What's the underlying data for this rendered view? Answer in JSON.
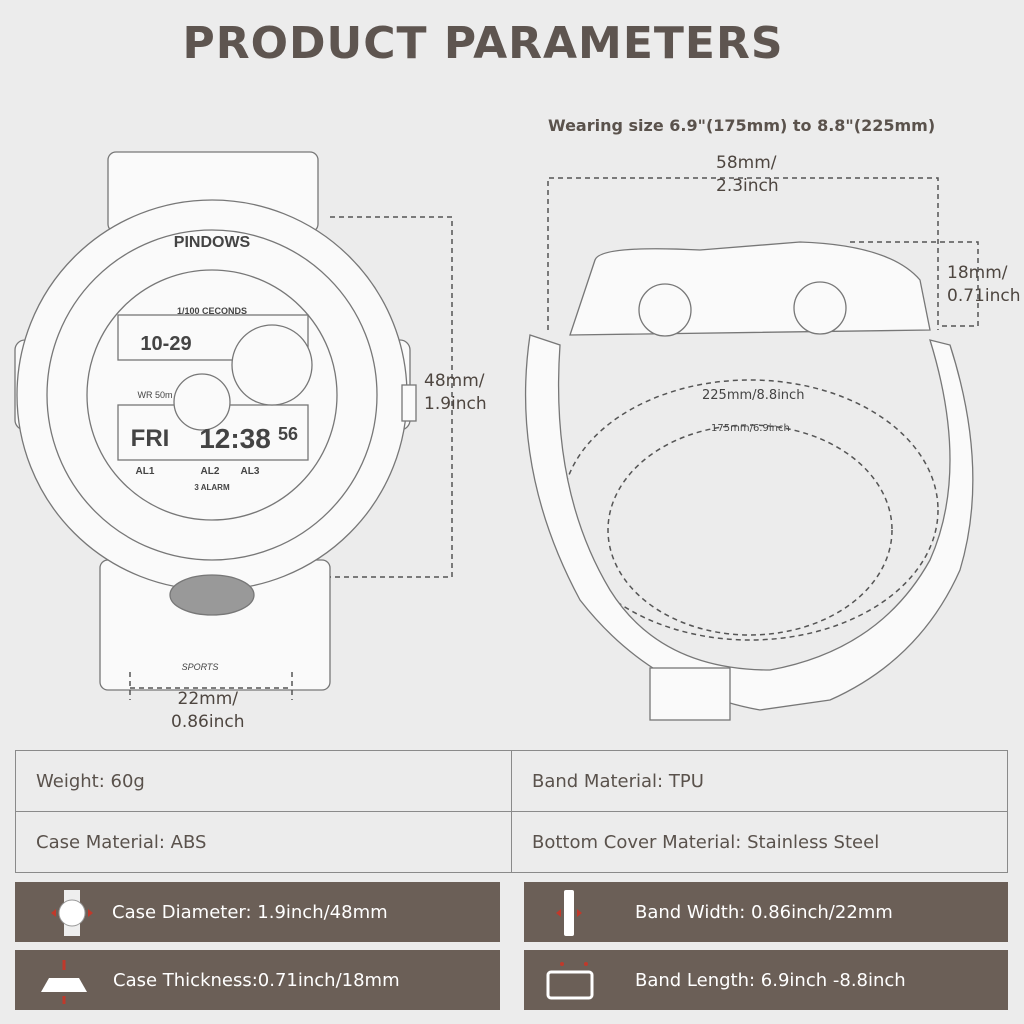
{
  "title": "PRODUCT PARAMETERS",
  "wearing_size": "Wearing size 6.9\"(175mm) to 8.8\"(225mm)",
  "dimensions": {
    "diameter": [
      "48mm/",
      "1.9inch"
    ],
    "band_width": [
      "22mm/",
      "0.86inch"
    ],
    "length": [
      "58mm/",
      "2.3inch"
    ],
    "thickness": [
      "18mm/",
      "0.71inch"
    ],
    "max_circ": "225mm/8.8inch",
    "min_circ": "175mm/6.9inch"
  },
  "watch_face": {
    "brand": "PINDOWS",
    "sub": "1/100 CECONDS",
    "day": "FRI",
    "time": "12:38",
    "sec": "56",
    "date": "10-29",
    "alarms": [
      "AL1",
      "AL2",
      "AL3"
    ],
    "alarm_label": "3 ALARM",
    "wr": "WR 50m",
    "sports": "SPORTS"
  },
  "specs": [
    [
      "Weight: 60g",
      "Band Material:  TPU"
    ],
    [
      "Case Material: ABS",
      "Bottom Cover Material: Stainless Steel"
    ]
  ],
  "bars": [
    {
      "label": "Case Diameter: 1.9inch/48mm",
      "icon": "watch-front-icon"
    },
    {
      "label": "Band Width: 0.86inch/22mm",
      "icon": "strap-icon"
    },
    {
      "label": "Case Thickness:0.71inch/18mm",
      "icon": "watch-side-icon"
    },
    {
      "label": "Band Length: 6.9inch -8.8inch",
      "icon": "buckle-icon"
    }
  ],
  "colors": {
    "bar": "#6b5f57",
    "title": "#5e5550",
    "accent": "#c0392b"
  }
}
